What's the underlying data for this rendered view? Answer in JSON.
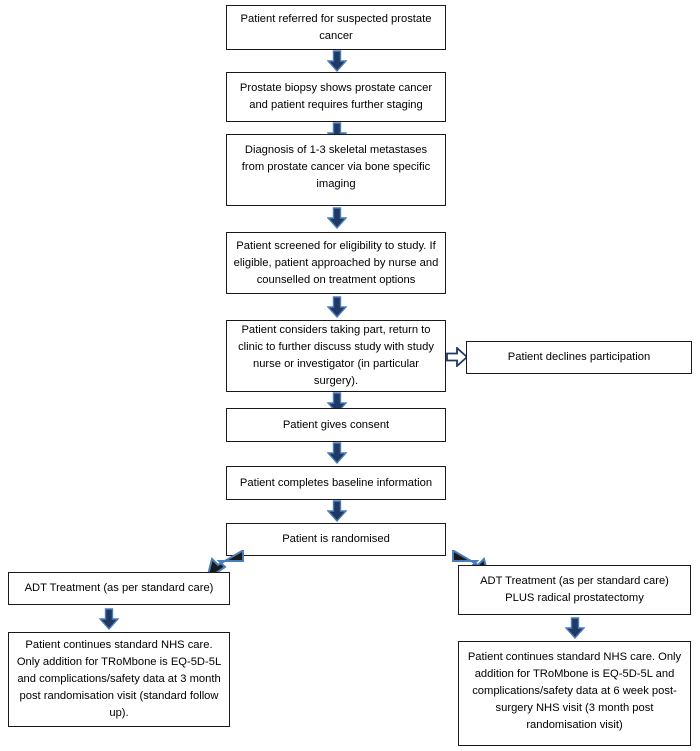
{
  "diagram": {
    "title": "TRoMbone trial patient pathway flowchart",
    "colors": {
      "box_border": "#1a1a1a",
      "box_fill": "#ffffff",
      "arrow_fill": "#1f3864",
      "arrow_outline": "#4a7ebb",
      "text": "#000000"
    },
    "nodes": [
      {
        "id": "referral",
        "label": "Patient referred for suspected prostate cancer"
      },
      {
        "id": "biopsy",
        "label": "Prostate biopsy shows prostate cancer and patient requires further staging"
      },
      {
        "id": "diagnosis",
        "label": "Diagnosis of 1-3 skeletal metastases from prostate cancer via bone specific imaging"
      },
      {
        "id": "screening",
        "label": "Patient screened for eligibility to study. If eligible, patient approached by nurse and counselled on treatment options"
      },
      {
        "id": "considers",
        "label": "Patient considers taking part, return to clinic to further discuss study with study nurse or investigator (in particular surgery)."
      },
      {
        "id": "declines",
        "label": "Patient declines participation"
      },
      {
        "id": "consent",
        "label": "Patient gives consent"
      },
      {
        "id": "baseline",
        "label": "Patient completes baseline information"
      },
      {
        "id": "randomised",
        "label": "Patient is randomised"
      },
      {
        "id": "arm-left-treat",
        "label": "ADT Treatment (as per standard care)"
      },
      {
        "id": "arm-right-treat",
        "label": "ADT Treatment (as per standard care) PLUS radical prostatectomy"
      },
      {
        "id": "arm-left-follow",
        "label": "Patient continues standard NHS care. Only addition for TRoMbone is EQ-5D-5L and complications/safety data at 3 month post randomisation visit (standard follow up)."
      },
      {
        "id": "arm-right-follow",
        "label": "Patient continues standard NHS care. Only addition for TRoMbone is EQ-5D-5L and complications/safety data at 6 week post-surgery NHS visit (3 month post randomisation visit)"
      }
    ],
    "arrows": [
      {
        "id": "a1",
        "from": "referral",
        "to": "biopsy",
        "direction": "down"
      },
      {
        "id": "a2",
        "from": "biopsy",
        "to": "diagnosis",
        "direction": "down"
      },
      {
        "id": "a3",
        "from": "diagnosis",
        "to": "screening",
        "direction": "down"
      },
      {
        "id": "a4",
        "from": "screening",
        "to": "considers",
        "direction": "down"
      },
      {
        "id": "a5",
        "from": "considers",
        "to": "declines",
        "direction": "right"
      },
      {
        "id": "a6",
        "from": "considers",
        "to": "consent",
        "direction": "down"
      },
      {
        "id": "a7",
        "from": "consent",
        "to": "baseline",
        "direction": "down"
      },
      {
        "id": "a8",
        "from": "baseline",
        "to": "randomised",
        "direction": "down"
      },
      {
        "id": "a9",
        "from": "randomised",
        "to": "arm-left-treat",
        "direction": "diagonal-down-left"
      },
      {
        "id": "a10",
        "from": "randomised",
        "to": "arm-right-treat",
        "direction": "diagonal-down-right"
      },
      {
        "id": "a11",
        "from": "arm-left-treat",
        "to": "arm-left-follow",
        "direction": "down"
      },
      {
        "id": "a12",
        "from": "arm-right-treat",
        "to": "arm-right-follow",
        "direction": "down"
      }
    ]
  }
}
